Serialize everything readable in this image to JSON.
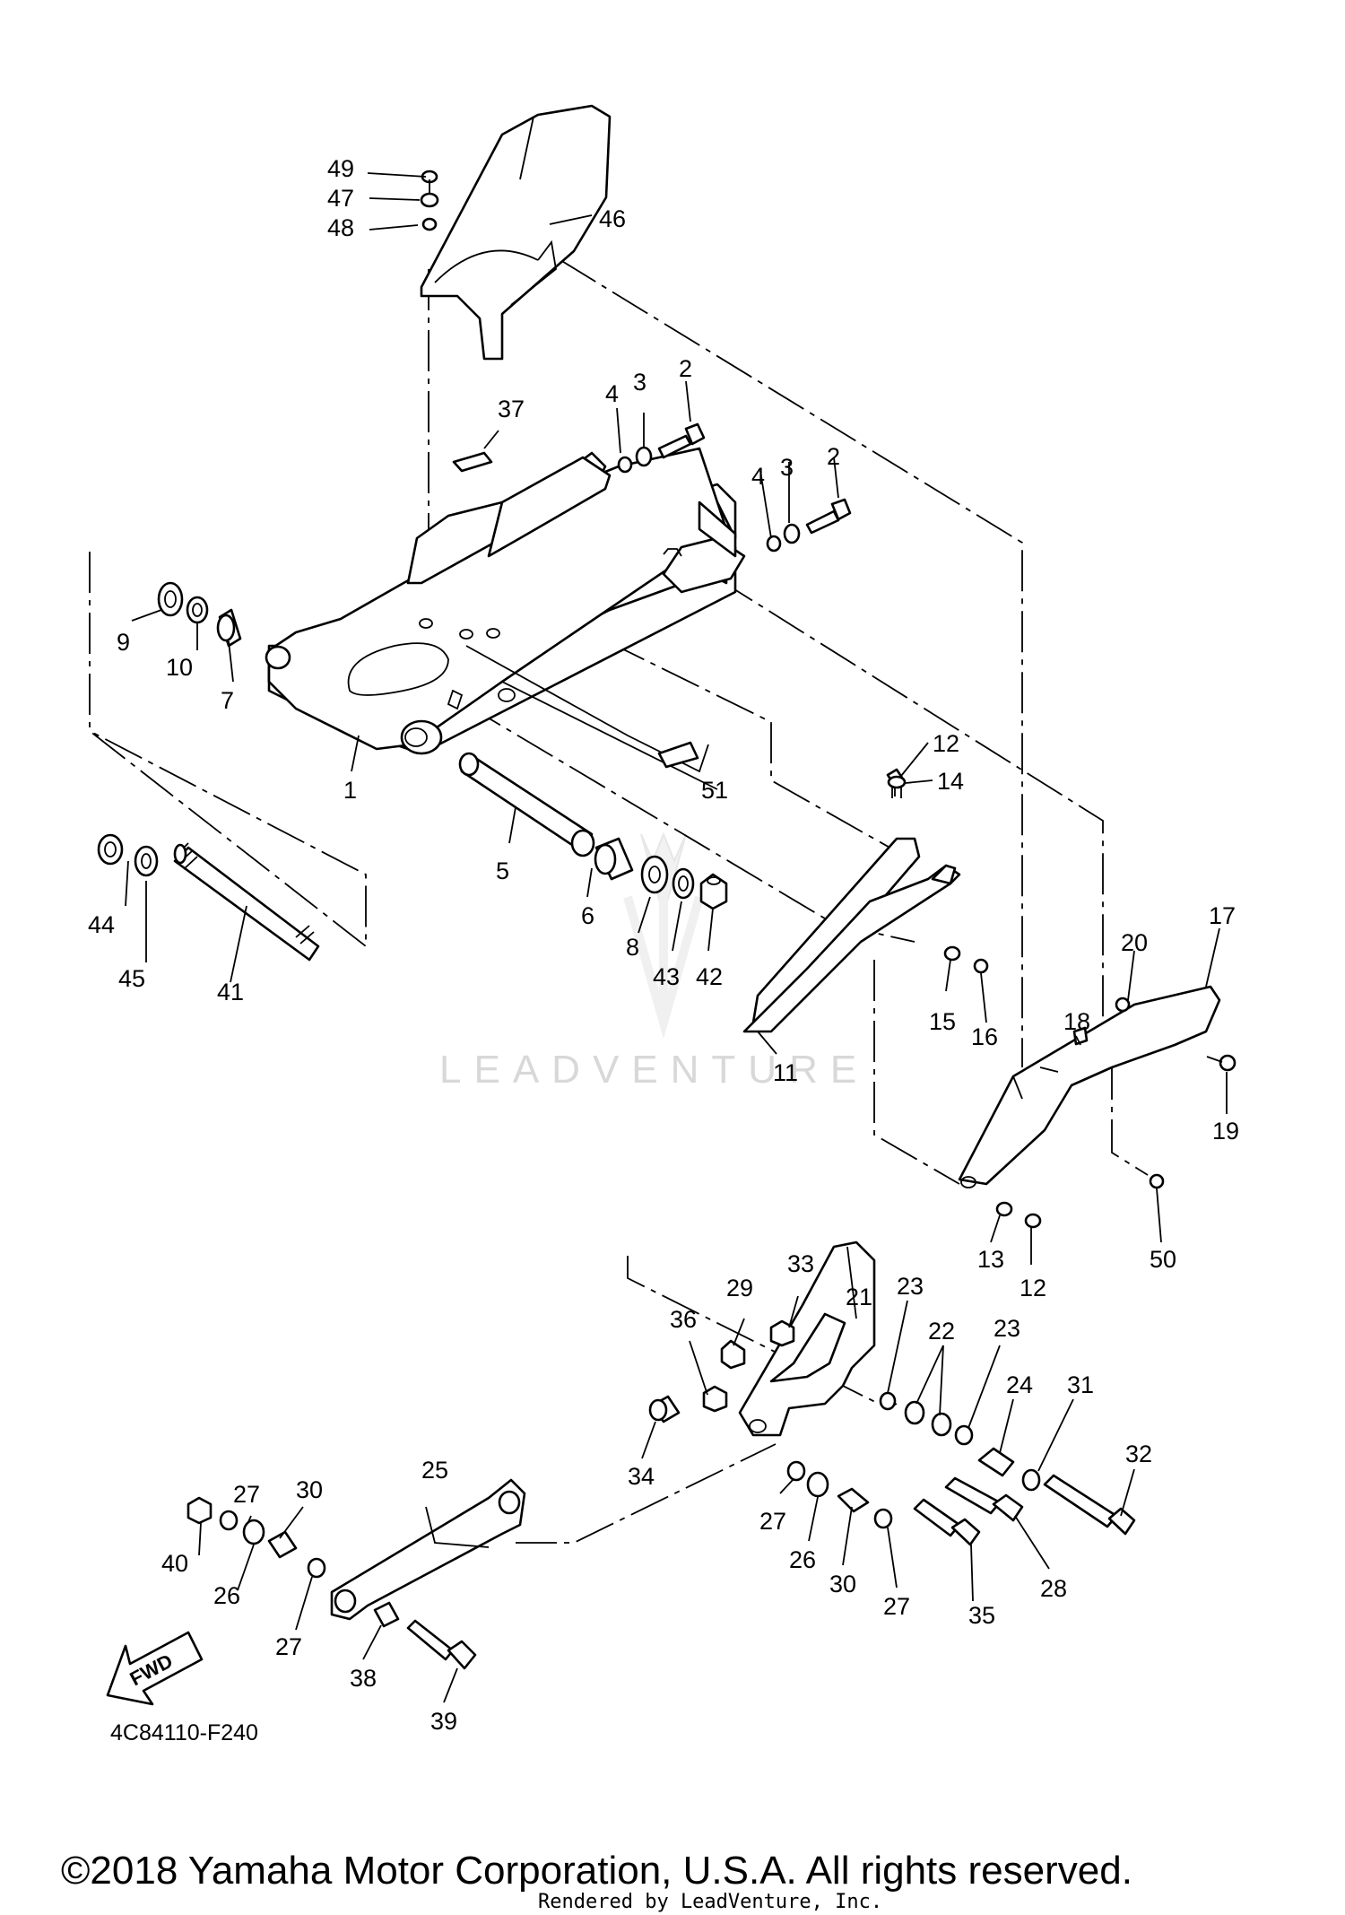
{
  "diagram_code": "4C84110-F240",
  "fwd_label": "FWD",
  "watermark": "LEADVENTURE",
  "copyright": "©2018 Yamaha Motor Corporation, U.S.A. All rights reserved.",
  "rendered_by": "Rendered by LeadVenture, Inc.",
  "callouts": {
    "c1": "1",
    "c2a": "2",
    "c2b": "2",
    "c3a": "3",
    "c3b": "3",
    "c4a": "4",
    "c4b": "4",
    "c5": "5",
    "c6": "6",
    "c7": "7",
    "c8": "8",
    "c9": "9",
    "c10": "10",
    "c11": "11",
    "c12a": "12",
    "c12b": "12",
    "c13": "13",
    "c14": "14",
    "c15": "15",
    "c16": "16",
    "c17": "17",
    "c18": "18",
    "c19": "19",
    "c20": "20",
    "c21": "21",
    "c22": "22",
    "c23a": "23",
    "c23b": "23",
    "c24": "24",
    "c25": "25",
    "c26a": "26",
    "c26b": "26",
    "c27a": "27",
    "c27b": "27",
    "c27c": "27",
    "c27d": "27",
    "c28": "28",
    "c29": "29",
    "c30a": "30",
    "c30b": "30",
    "c31": "31",
    "c32": "32",
    "c33": "33",
    "c34": "34",
    "c35": "35",
    "c36": "36",
    "c37": "37",
    "c38": "38",
    "c39": "39",
    "c40": "40",
    "c41": "41",
    "c42": "42",
    "c43": "43",
    "c44": "44",
    "c45": "45",
    "c46": "46",
    "c47": "47",
    "c48": "48",
    "c49": "49",
    "c50": "50",
    "c51": "51"
  }
}
